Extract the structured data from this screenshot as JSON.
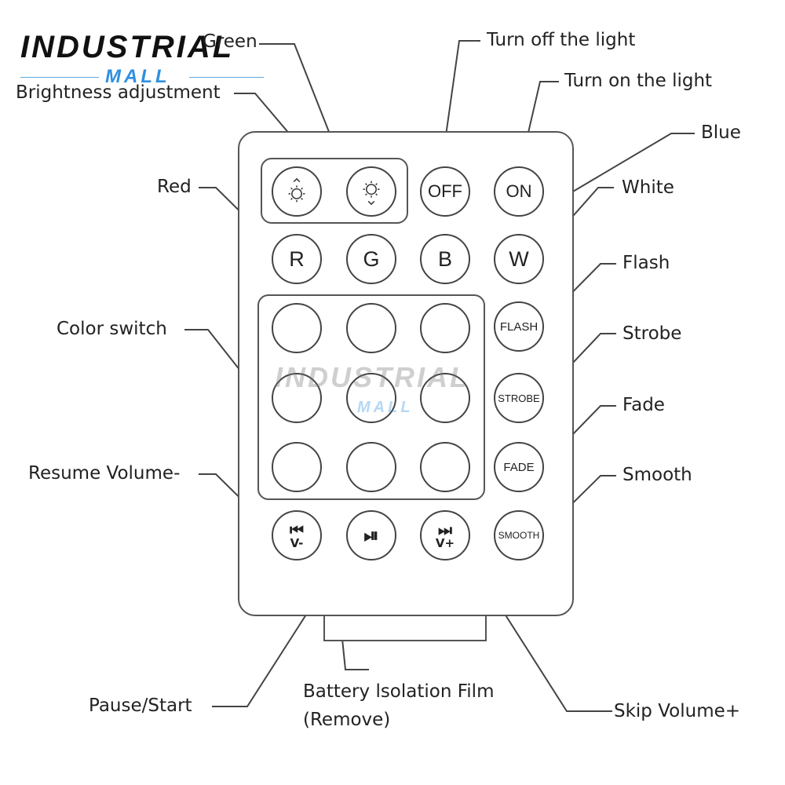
{
  "logo": {
    "brand": "INDUSTRIAL",
    "sub": "MALL"
  },
  "watermark": {
    "brand": "INDUSTRIAL",
    "sub": "MALL"
  },
  "labels": {
    "green": "Green",
    "turn_off": "Turn off the light",
    "turn_on": "Turn on the light",
    "brightness": "Brightness adjustment",
    "blue": "Blue",
    "red": "Red",
    "white": "White",
    "flash": "Flash",
    "color_switch": "Color switch",
    "strobe": "Strobe",
    "fade": "Fade",
    "smooth": "Smooth",
    "resume": "Resume Volume-",
    "pause": "Pause/Start",
    "battery_line1": "Battery lsolation Film",
    "battery_line2": "(Remove)",
    "skip": "Skip Volume+"
  },
  "buttons": {
    "off": "OFF",
    "on": "ON",
    "r": "R",
    "g": "G",
    "b": "B",
    "w": "W",
    "flash": "FLASH",
    "strobe": "STROBE",
    "fade": "FADE",
    "smooth": "SMOOTH",
    "prev_icon": "⏮",
    "prev_sub": "V-",
    "play_icon": "⏯",
    "next_icon": "⏭",
    "next_sub": "V+"
  },
  "icons": {
    "brightness_up": "brightness-up-icon",
    "brightness_down": "brightness-down-icon",
    "previous": "skip-previous-icon",
    "play_pause": "play-pause-icon",
    "next": "skip-next-icon"
  },
  "colors": {
    "line": "#444444",
    "logo_accent": "#2f8fe0"
  }
}
